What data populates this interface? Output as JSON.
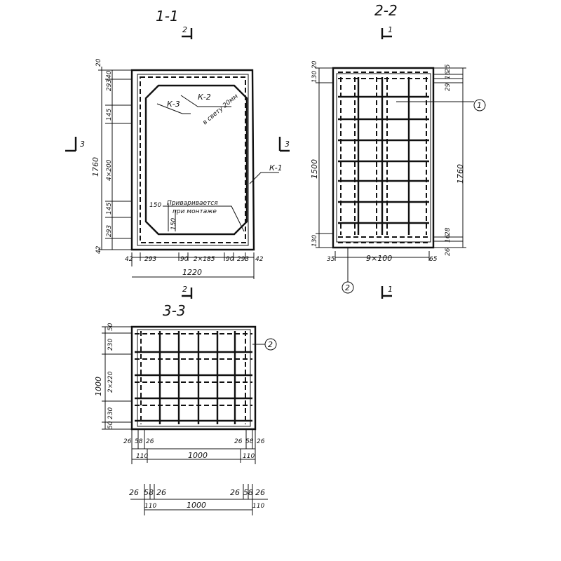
{
  "sections": {
    "s11": "1-1",
    "s22": "2-2",
    "s33": "3-3"
  },
  "markers": {
    "m2top": "2",
    "m1top": "1",
    "m3left": "3",
    "m3right": "3",
    "m2bottom": "2",
    "m1bottom": "1"
  },
  "view11": {
    "left_dims": [
      "20",
      "293",
      "40",
      "145",
      "4×200",
      "145",
      "293",
      "42"
    ],
    "total_height": "1760",
    "bottom_dims": [
      "42",
      "293",
      "90",
      "2×185",
      "90",
      "293",
      "42"
    ],
    "total_width": "1220",
    "labels": {
      "k1": "К-1",
      "k2": "К-2",
      "k3": "К-3",
      "clear": "в свету 20мм",
      "d150a": "150",
      "d150b": "150",
      "note1": "Приваривается",
      "note2": "при монтаже"
    }
  },
  "view22": {
    "left_dims": [
      "130",
      "20",
      "1500",
      "130"
    ],
    "right_dims": [
      "25",
      "16",
      "29",
      "28",
      "16",
      "26"
    ],
    "total_height": "1760",
    "bottom_dims": [
      "35",
      "9×100",
      "65"
    ],
    "callouts": [
      "1",
      "2"
    ]
  },
  "view33": {
    "left_dims": [
      "50",
      "230",
      "2×220",
      "230",
      "50"
    ],
    "total_height": "1000",
    "bottom_small": [
      "26",
      "58",
      "26",
      "26",
      "58",
      "26"
    ],
    "bottom_dims": [
      "110",
      "1000",
      "110"
    ],
    "callout": "2"
  },
  "detail": {
    "small": [
      "26",
      "58",
      "26",
      "26",
      "58",
      "26"
    ],
    "dims": [
      "110",
      "1000",
      "110"
    ]
  }
}
